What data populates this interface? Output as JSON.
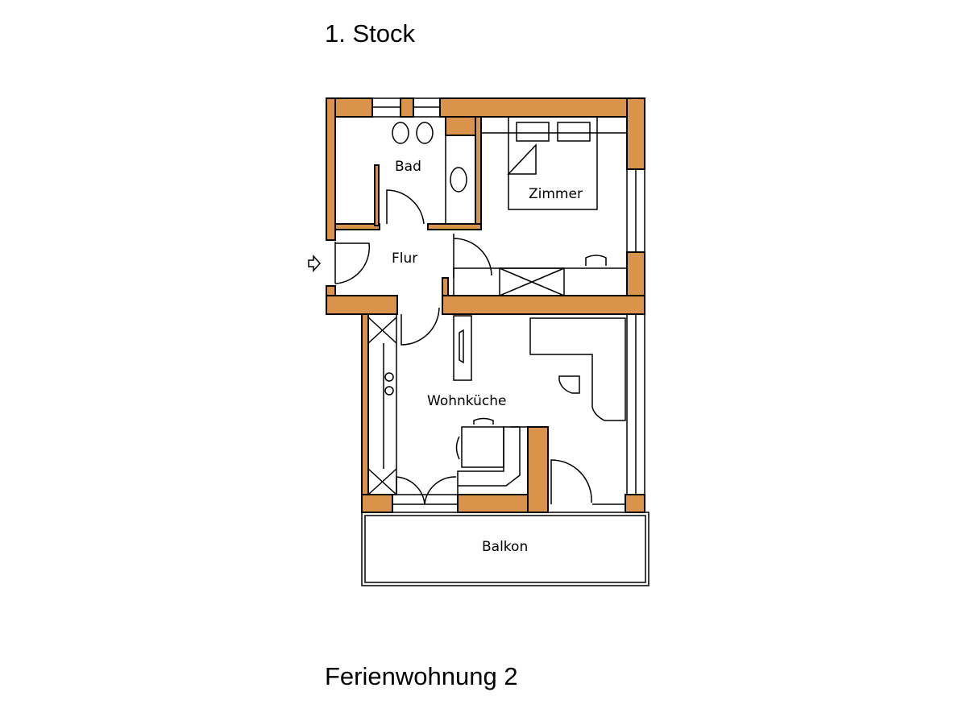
{
  "header": {
    "title": "1. Stock"
  },
  "footer": {
    "title": "Ferienwohnung 2"
  },
  "plan": {
    "wall_color": "#D9934A",
    "rooms": [
      {
        "id": "bad",
        "label": "Bad"
      },
      {
        "id": "zimmer",
        "label": "Zimmer"
      },
      {
        "id": "flur",
        "label": "Flur"
      },
      {
        "id": "wohnkueche",
        "label": "Wohnküche"
      },
      {
        "id": "balkon",
        "label": "Balkon"
      }
    ],
    "entrance_icon": "arrow-right-icon"
  }
}
